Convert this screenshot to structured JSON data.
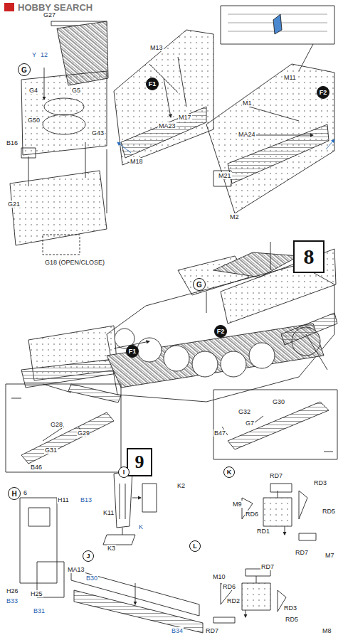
{
  "diagram": {
    "nodes": [
      {
        "text": [
          "8"
        ]
      },
      {
        "text": [
          "9"
        ]
      },
      {
        "text": [
          "G"
        ]
      },
      {
        "text": [
          "F1"
        ]
      },
      {
        "text": [
          "F2"
        ]
      },
      {
        "text": [
          "G"
        ]
      },
      {
        "text": [
          "F2"
        ]
      },
      {
        "text": [
          "F1"
        ]
      },
      {
        "text": [
          "H"
        ]
      },
      {
        "text": [
          "I"
        ]
      },
      {
        "text": [
          "J"
        ]
      },
      {
        "text": [
          "K"
        ]
      },
      {
        "text": [
          "L"
        ]
      }
    ],
    "labels": [
      "HOBBY SEARCH",
      "G27",
      "Y",
      "12",
      "G4",
      "G5",
      "G50",
      "B16",
      "G43",
      "G21",
      "G18 (OPEN/CLOSE)",
      "M13",
      "M17",
      "MA23",
      "M18",
      "M11",
      "M1",
      "MA24",
      "M21",
      "M2",
      "G28",
      "G29",
      "G31",
      "B46",
      "G30",
      "G32",
      "G7",
      "B47",
      "K2",
      "K11",
      "K3",
      "K",
      "H11",
      "B13",
      "H26",
      "B33",
      "H25",
      "B31",
      "MA13",
      "B30",
      "B34",
      "RD7",
      "RD3",
      "M9",
      "RD6",
      "RD1",
      "RD5",
      "RD7",
      "M7",
      "M10",
      "RD7",
      "RD6",
      "RD2",
      "RD3",
      "RD5",
      "RD7",
      "M8",
      "6"
    ]
  }
}
